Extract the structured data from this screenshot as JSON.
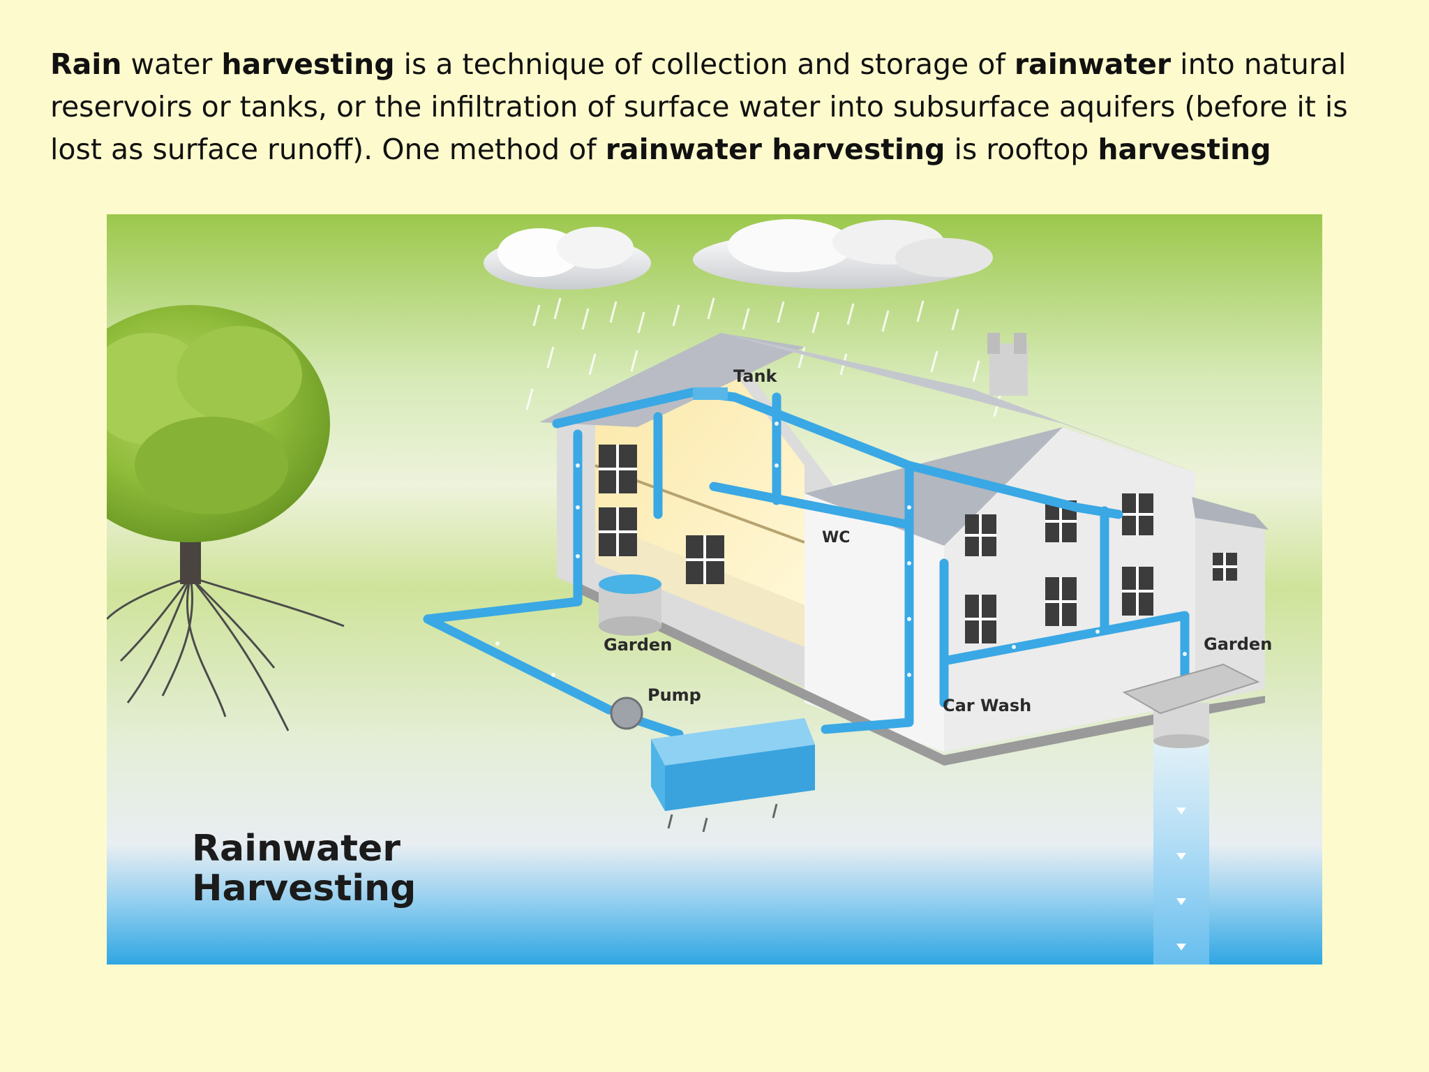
{
  "intro": {
    "segments": [
      {
        "text": "Rain",
        "bold": true
      },
      {
        "text": " water ",
        "bold": false
      },
      {
        "text": "harvesting",
        "bold": true
      },
      {
        "text": " is a technique of collection and storage of ",
        "bold": false
      },
      {
        "text": "rainwater",
        "bold": true
      },
      {
        "text": " into natural reservoirs or tanks, or the infiltration of surface water into subsurface aquifers (before it is lost as surface runoff). One method of ",
        "bold": false
      },
      {
        "text": "rainwater harvesting",
        "bold": true
      },
      {
        "text": " is rooftop ",
        "bold": false
      },
      {
        "text": "harvesting",
        "bold": true
      }
    ]
  },
  "diagram": {
    "labels": {
      "tank": "Tank",
      "wc": "WC",
      "garden_left": "Garden",
      "garden_right": "Garden",
      "pump": "Pump",
      "car_wash": "Car Wash"
    },
    "title_line1": "Rainwater",
    "title_line2": "Harvesting"
  },
  "colors": {
    "background": "#fdfbcd",
    "pipe": "#3aa8e4",
    "water": "#2fa6e3",
    "grass": "#a8cc52"
  }
}
